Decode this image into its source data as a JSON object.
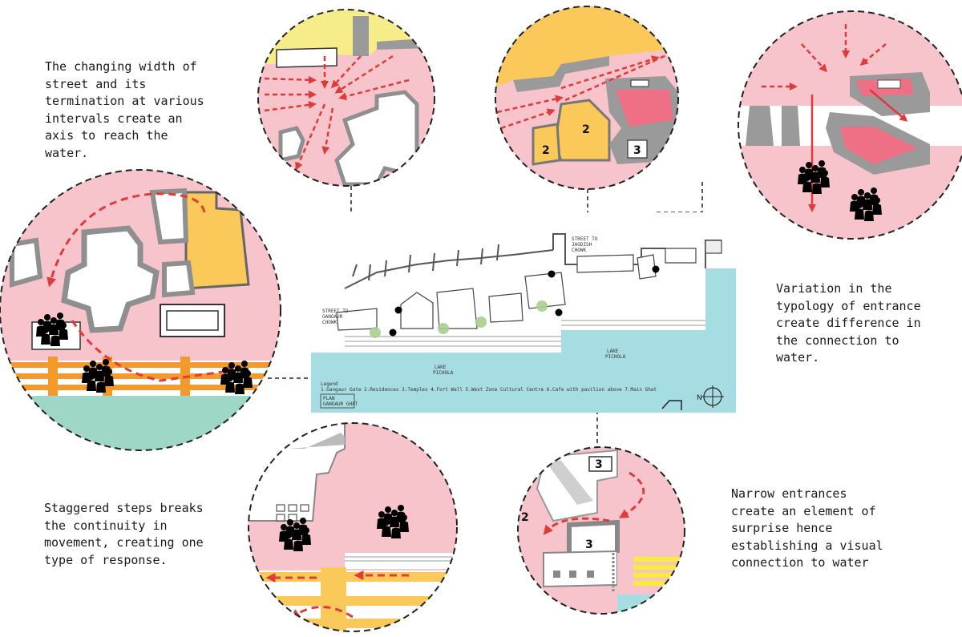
{
  "annotations": {
    "street_axis": "The changing width of\nstreet and its\ntermination at various\nintervals create an\naxis to reach the\nwater.",
    "entrance_typology": "Variation in the\ntypology of entrance\ncreate difference in\nthe connection to\nwater.",
    "staggered_steps": "Staggered steps breaks\nthe continuity in\nmovement, creating one\ntype of response.",
    "narrow_entrances": "Narrow entrances\ncreate an element of\nsurprise hence\nestablishing a visual\nconnection to water"
  },
  "plan": {
    "title": "PLAN",
    "subtitle": "GANGAUR GHAT",
    "legend_label": "Legend",
    "legend_text": "1.Gangaur Gate 2.Residences 3.Temples 4.Fort Wall 5.West Zone Cultural Centre 6.Cafe with pavilion above 7.Main Ghat",
    "lake_label_1": "LAKE",
    "lake_label_1b": "PICHOLA",
    "lake_label_2": "LAKE",
    "lake_label_2b": "PICHOLA",
    "street_label_1": "STREET TO\nGANGAUR\nCHOWK",
    "street_label_2": "STREET TO\nJAGDISH\nCHOWK"
  },
  "detail_numbers": {
    "top_center_a": "2",
    "top_center_b": "2",
    "top_center_c": "3",
    "bottom_right_a": "3",
    "bottom_right_b": "3",
    "bottom_right_c": "2"
  },
  "colors": {
    "pink": "#f7c4cb",
    "yellow": "#f7ec8a",
    "orange": "#fbc95a",
    "red_arrow": "#e03a3a",
    "water": "#9fdbe0",
    "temple_red": "#ef6f84",
    "step_orange": "#f49a2c",
    "wall_grey": "#9a9a9a"
  },
  "icons": [
    "people-silhouette-icon",
    "north-arrow-icon",
    "tree-icon"
  ]
}
